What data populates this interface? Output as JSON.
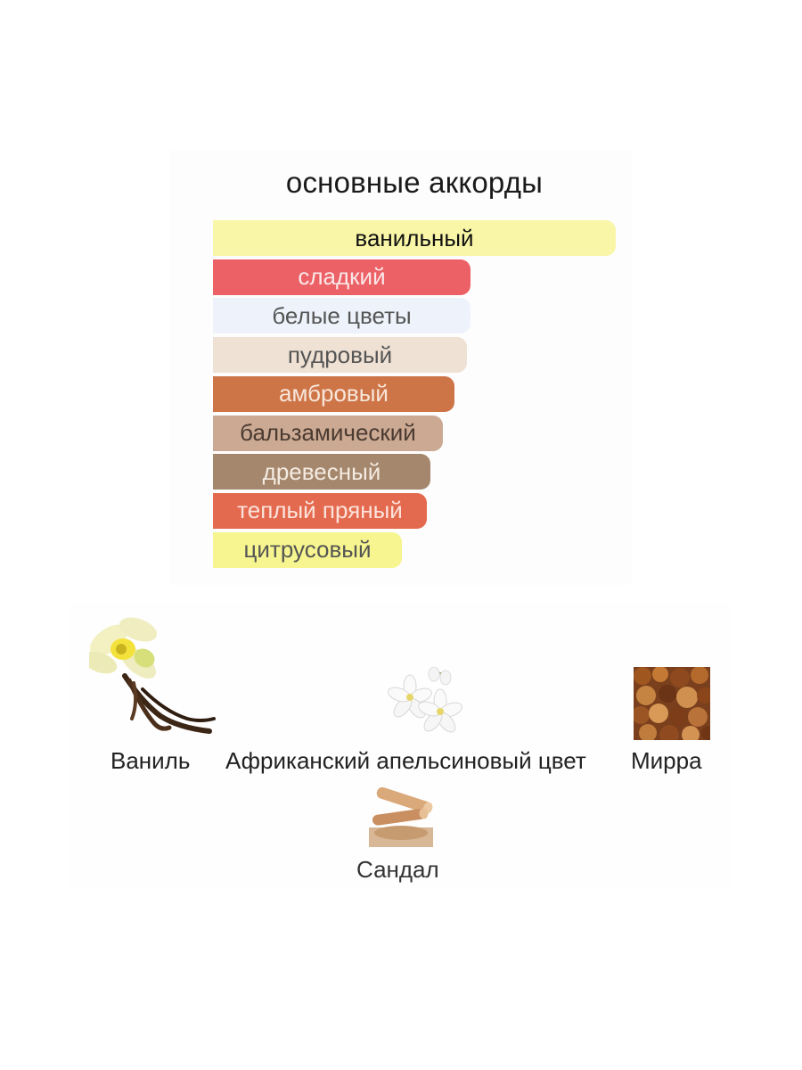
{
  "accords": {
    "title": "основные аккорды",
    "items": [
      {
        "label": "ванильный",
        "color": "#f9f6a8",
        "text_color": "#111111",
        "strength": 1.0
      },
      {
        "label": "сладкий",
        "color": "#ec6166",
        "text_color": "#fbe9e9",
        "strength": 0.64
      },
      {
        "label": "белые цветы",
        "color": "#eef3fb",
        "text_color": "#555555",
        "strength": 0.64
      },
      {
        "label": "пудровый",
        "color": "#efe1d3",
        "text_color": "#555555",
        "strength": 0.63
      },
      {
        "label": "амбровый",
        "color": "#ce7548",
        "text_color": "#f8e6da",
        "strength": 0.6
      },
      {
        "label": "бальзамический",
        "color": "#cba993",
        "text_color": "#4a3a30",
        "strength": 0.57
      },
      {
        "label": "древесный",
        "color": "#a4876c",
        "text_color": "#f4ebe2",
        "strength": 0.54
      },
      {
        "label": "теплый пряный",
        "color": "#e46a4f",
        "text_color": "#fbe4dc",
        "strength": 0.53
      },
      {
        "label": "цитрусовый",
        "color": "#f6f58f",
        "text_color": "#555555",
        "strength": 0.47
      }
    ]
  },
  "notes": {
    "vanilla": {
      "label": "Ваниль",
      "icon": "vanilla-flower-icon"
    },
    "orange_blossom": {
      "label": "Африканский апельсиновый цвет",
      "icon": "orange-blossom-icon"
    },
    "myrrh": {
      "label": "Мирра",
      "icon": "myrrh-resin-icon"
    },
    "sandalwood": {
      "label": "Сандал",
      "icon": "sandalwood-icon"
    }
  }
}
